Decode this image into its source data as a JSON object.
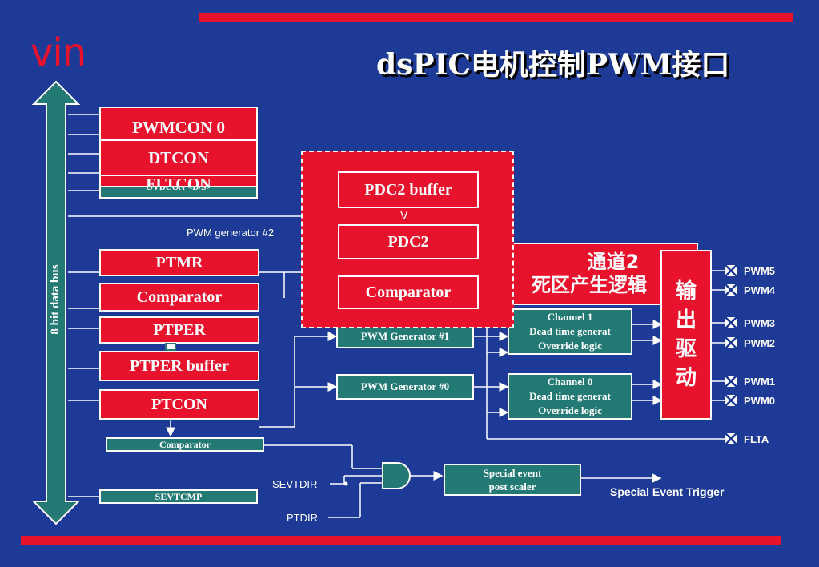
{
  "header": {
    "logo": "vin",
    "title": "dsPIC电机控制PWM接口"
  },
  "bus": {
    "label": "8 bit data bus"
  },
  "registers": {
    "pwmcon0": "PWMCON 0",
    "dtcon": "DTCON",
    "fltcon_partial": "FLTCON",
    "ovdcon_partial": "OVDCON <D/S>",
    "ptmr": "PTMR",
    "comparator": "Comparator",
    "ptper": "PTPER",
    "ptper_buffer": "PTPER buffer",
    "ptcon": "PTCON",
    "comparator_small": "Comparator",
    "sevtcmp": "SEVTCMP"
  },
  "generator2": {
    "label": "PWM generator #2",
    "pdc2_buffer": "PDC2 buffer",
    "pdc2": "PDC2",
    "comparator": "Comparator"
  },
  "generators": {
    "gen1": "PWM Generator #1",
    "gen0": "PWM Generator #0"
  },
  "channel2": {
    "line1": "通道2",
    "line2": "死区产生逻辑"
  },
  "channel1": [
    "Channel 1",
    "Dead time generat",
    "Override logic"
  ],
  "channel0": [
    "Channel 0",
    "Dead time generat",
    "Override logic"
  ],
  "output_driver": {
    "chars": [
      "输",
      "出",
      "驱",
      "动"
    ]
  },
  "pins": [
    "PWM5",
    "PWM4",
    "PWM3",
    "PWM2",
    "PWM1",
    "PWM0",
    "FLTA"
  ],
  "special_event": {
    "sevtdir": "SEVTDIR",
    "ptdir": "PTDIR",
    "scaler_line1": "Special event",
    "scaler_line2": "post scaler",
    "trigger": "Special Event Trigger"
  },
  "colors": {
    "background": "#1c3a96",
    "red": "#e8122c",
    "teal": "#237a74"
  }
}
